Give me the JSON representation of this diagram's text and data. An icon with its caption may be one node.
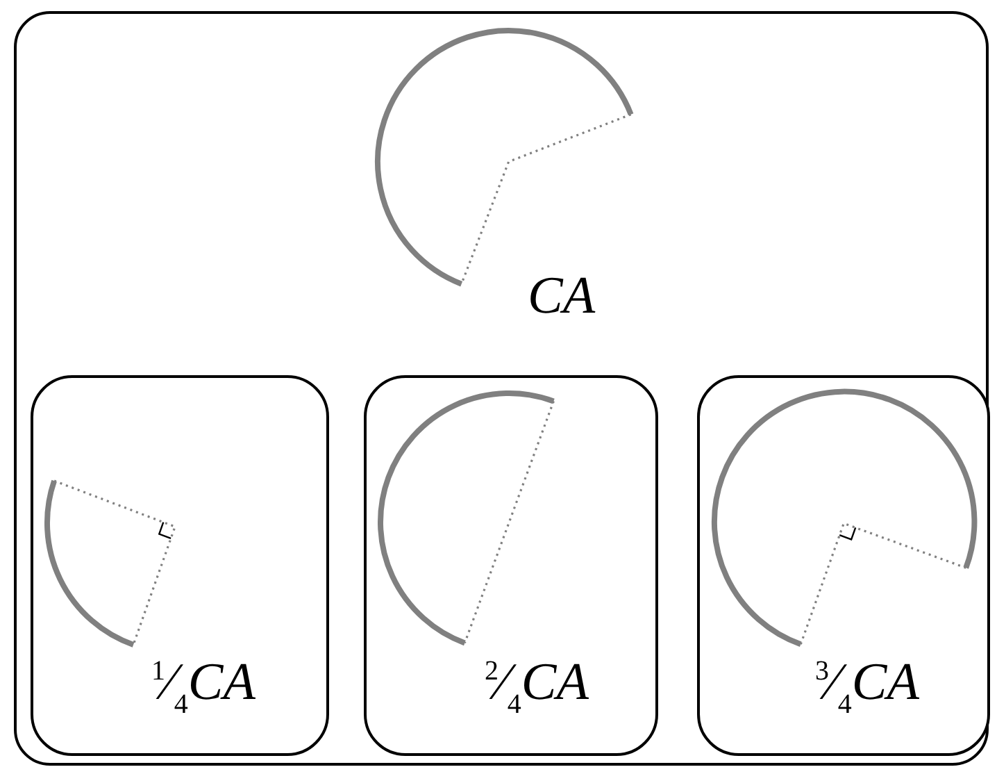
{
  "diagram": {
    "nodes": [
      {
        "text": [
          "CA"
        ]
      },
      {
        "text": [
          "$^{1}$⁄$_{4}$CA"
        ],
        "in": 0
      },
      {
        "text": [
          "$^{2}$⁄$_{4}$CA"
        ],
        "in": 0
      },
      {
        "text": [
          "$^{3}$⁄$_{4}$CA"
        ],
        "in": 0
      }
    ]
  }
}
